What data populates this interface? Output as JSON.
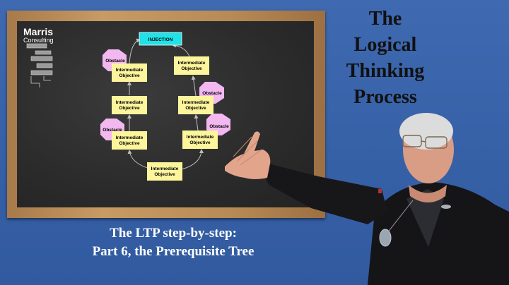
{
  "title_lines": [
    "The",
    "Logical",
    "Thinking",
    "Process"
  ],
  "subtitle_lines": [
    "The LTP step-by-step:",
    "Part 6, the Prerequisite Tree"
  ],
  "logo": {
    "line1": "Marris",
    "line2": "Consulting"
  },
  "diagram": {
    "injection": "INJECTION",
    "objective_line1": "Intermediate",
    "objective_line2": "Objective",
    "obstacle": "Obstacle"
  },
  "colors": {
    "background": "#3b63a8",
    "injection": "#1ee3e8",
    "objective": "#fdf59c",
    "obstacle": "#f3b8f0"
  }
}
